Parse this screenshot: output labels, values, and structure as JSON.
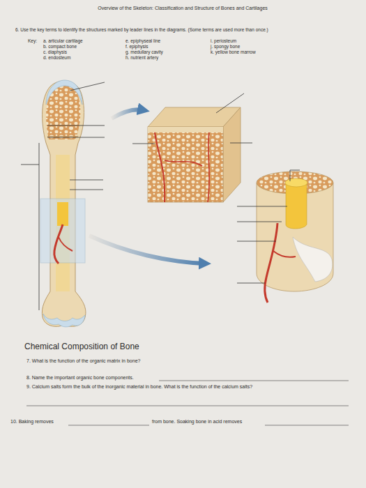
{
  "diagram": {
    "title": "Overview of the Skeleton: Classification and Structure of Bones and Cartilages",
    "labels": [
      "6. Use the key terms to identify the structures marked by leader lines in the diagrams. (Some terms are used more than once.)",
      "Key:",
      "a. articular cartilage",
      "b. compact bone",
      "c. diaphysis",
      "d. endosteum",
      "e. epiphyseal line",
      "f. epiphysis",
      "g. medullary cavity",
      "h. nutrient artery",
      "i. periosteum",
      "j. spongy bone",
      "k. yellow bone marrow",
      "Chemical Composition of Bone",
      "7. What is the function of the organic matrix in bone?",
      "8. Name the important organic bone components.",
      "9. Calcium salts form the bulk of the inorganic material in bone. What is the function of the calcium salts?",
      "10. Baking removes",
      "from bone. Soaking bone in acid removes"
    ]
  }
}
